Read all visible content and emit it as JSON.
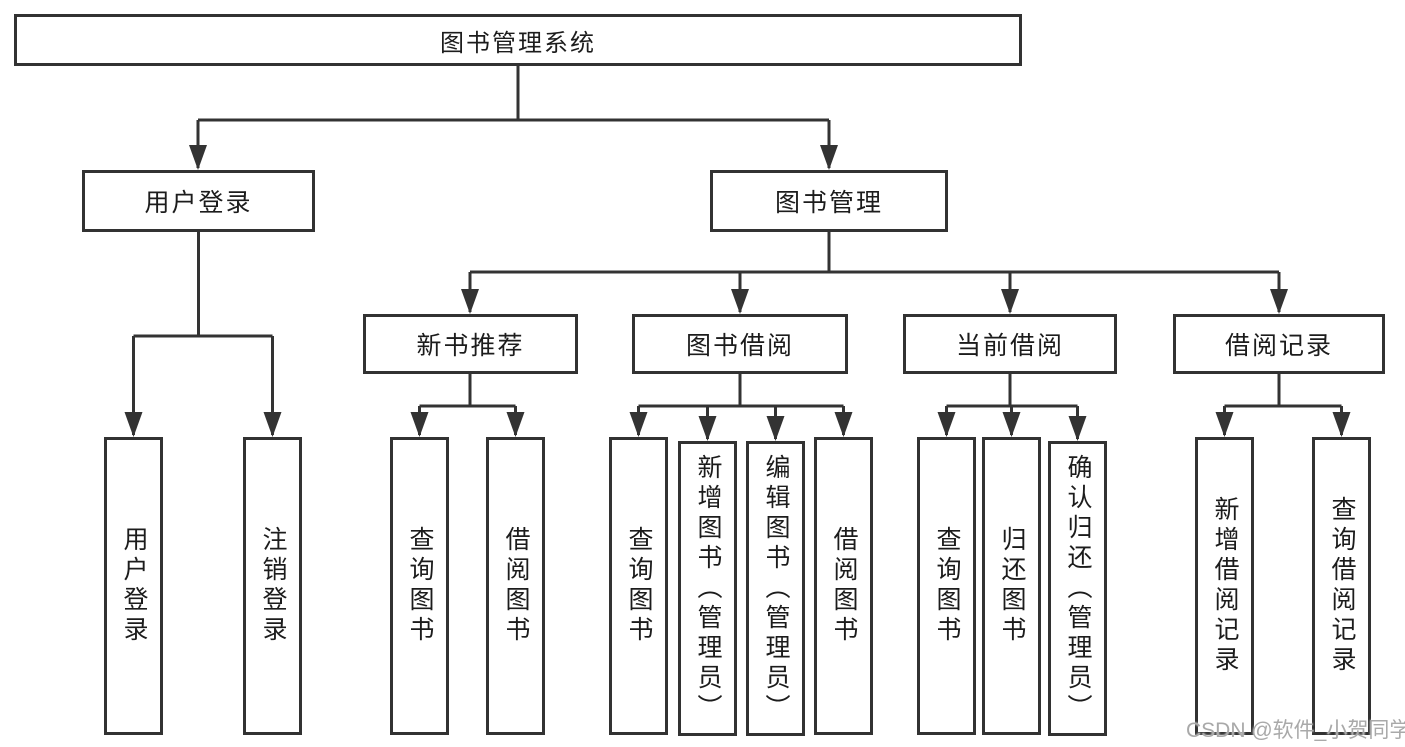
{
  "tree": {
    "root": {
      "label": "图书管理系统",
      "children": [
        {
          "label": "用户登录",
          "children": [
            {
              "label": "用户登录"
            },
            {
              "label": "注销登录"
            }
          ]
        },
        {
          "label": "图书管理",
          "children": [
            {
              "label": "新书推荐",
              "children": [
                {
                  "label": "查询图书"
                },
                {
                  "label": "借阅图书"
                }
              ]
            },
            {
              "label": "图书借阅",
              "children": [
                {
                  "label": "查询图书"
                },
                {
                  "label": "新增图书（管理员）"
                },
                {
                  "label": "编辑图书（管理员）"
                },
                {
                  "label": "借阅图书"
                }
              ]
            },
            {
              "label": "当前借阅",
              "children": [
                {
                  "label": "查询图书"
                },
                {
                  "label": "归还图书"
                },
                {
                  "label": "确认归还（管理员）"
                }
              ]
            },
            {
              "label": "借阅记录",
              "children": [
                {
                  "label": "新增借阅记录"
                },
                {
                  "label": "查询借阅记录"
                }
              ]
            }
          ]
        }
      ]
    }
  },
  "watermark": "CSDN @软件_小贺同学",
  "colors": {
    "line": "#333333",
    "box_border": "#323232",
    "box_fill": "#ffffff",
    "text": "#1c1c1c",
    "watermark": "#a9a9a9"
  }
}
